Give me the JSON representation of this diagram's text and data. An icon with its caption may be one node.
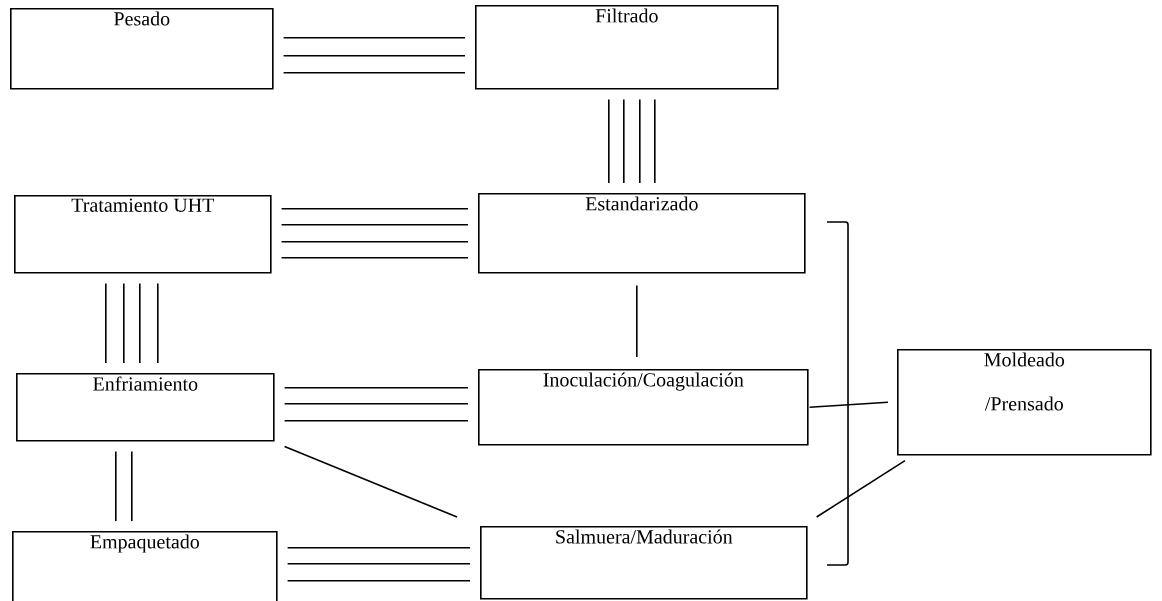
{
  "diagram": {
    "nodes": [
      {
        "text": [
          "Pesado"
        ]
      },
      {
        "text": [
          "Filtrado"
        ]
      },
      {
        "text": [
          "Tratamiento UHT"
        ]
      },
      {
        "text": [
          "Estandarizado"
        ]
      },
      {
        "text": [
          "Enfriamiento"
        ]
      },
      {
        "text": [
          "Inoculación/Coagulación"
        ]
      },
      {
        "text": [
          "Moldeado /Prensado"
        ]
      },
      {
        "text": [
          "Empaquetado"
        ]
      },
      {
        "text": [
          "Salmuera/Maduración"
        ]
      }
    ],
    "edges": [
      {
        "from": 0,
        "to": 1,
        "arrow": "none"
      },
      {
        "from": 1,
        "to": 3,
        "arrow": "none"
      },
      {
        "from": 2,
        "to": 3,
        "arrow": "none"
      },
      {
        "from": 2,
        "to": 4,
        "arrow": "none"
      },
      {
        "from": 4,
        "to": 5,
        "arrow": "none"
      },
      {
        "from": 4,
        "to": 7,
        "arrow": "none"
      },
      {
        "from": 7,
        "to": 8,
        "arrow": "none"
      },
      {
        "from": 3,
        "to": 5,
        "arrow": "none"
      },
      {
        "from": 5,
        "to": 6,
        "arrow": "none"
      },
      {
        "from": 4,
        "to": 8,
        "arrow": "none"
      },
      {
        "from": 8,
        "to": 6,
        "arrow": "none"
      }
    ]
  }
}
